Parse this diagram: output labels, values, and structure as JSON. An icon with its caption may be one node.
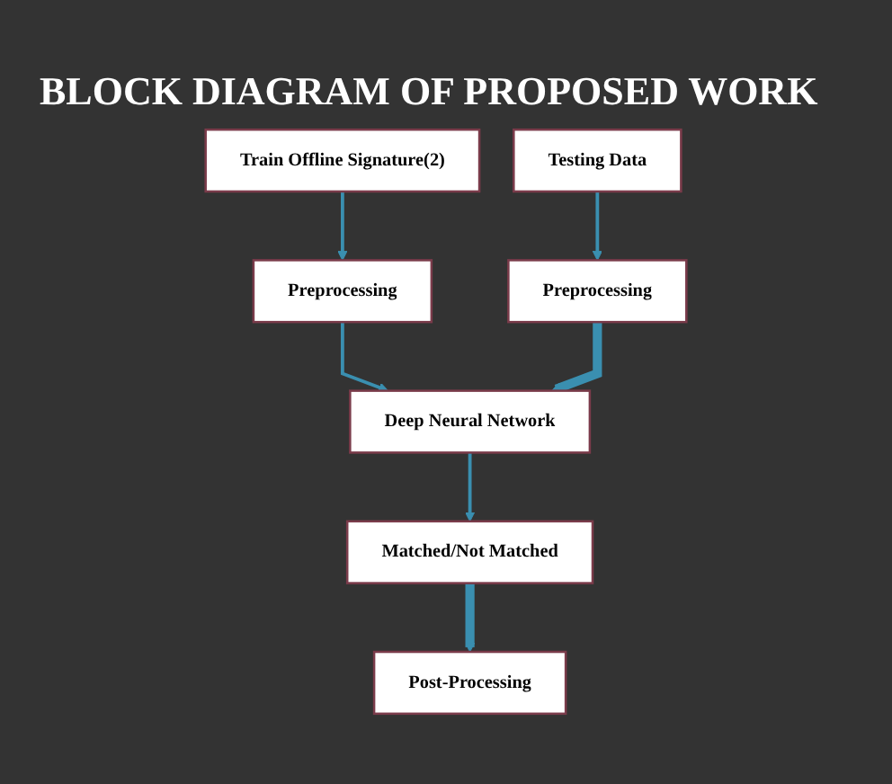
{
  "diagram": {
    "title": "BLOCK DIAGRAM OF PROPOSED WORK",
    "nodes": [
      {
        "text": [
          "Train Offline Signature(2)"
        ]
      },
      {
        "text": [
          "Testing Data"
        ]
      },
      {
        "text": [
          "Preprocessing"
        ]
      },
      {
        "text": [
          "Preprocessing"
        ]
      },
      {
        "text": [
          "Deep Neural Network"
        ]
      },
      {
        "text": [
          "Matched/Not Matched"
        ]
      },
      {
        "text": [
          "Post-Processing"
        ]
      }
    ],
    "edges": [
      {
        "from": 0,
        "to": 2,
        "arrow": "to"
      },
      {
        "from": 1,
        "to": 3,
        "arrow": "to"
      },
      {
        "from": 2,
        "to": 4,
        "arrow": "to"
      },
      {
        "from": 3,
        "to": 4,
        "arrow": "to",
        "style": "thick"
      },
      {
        "from": 4,
        "to": 5,
        "arrow": "to"
      },
      {
        "from": 5,
        "to": 6,
        "arrow": "to",
        "style": "thick"
      }
    ]
  }
}
